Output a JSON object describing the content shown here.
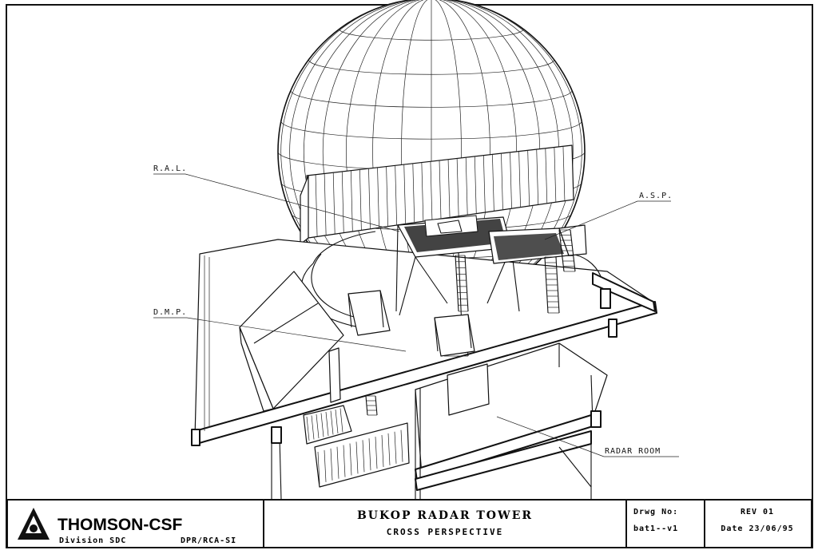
{
  "callouts": {
    "ral": "R.A.L.",
    "asp": "A.S.P.",
    "dmp": "D.M.P.",
    "radar_room": "RADAR ROOM"
  },
  "title_block": {
    "company": "THOMSON-CSF",
    "division": "Division SDC",
    "department": "DPR/RCA-SI",
    "title": "BUKOP RADAR TOWER",
    "subtitle": "CROSS PERSPECTIVE",
    "drawing_no_label": "Drwg No:",
    "drawing_no": "bat1--v1",
    "revision": "REV 01",
    "date": "Date 23/06/95"
  },
  "icons": {
    "logo": "thomson-logo-icon"
  }
}
